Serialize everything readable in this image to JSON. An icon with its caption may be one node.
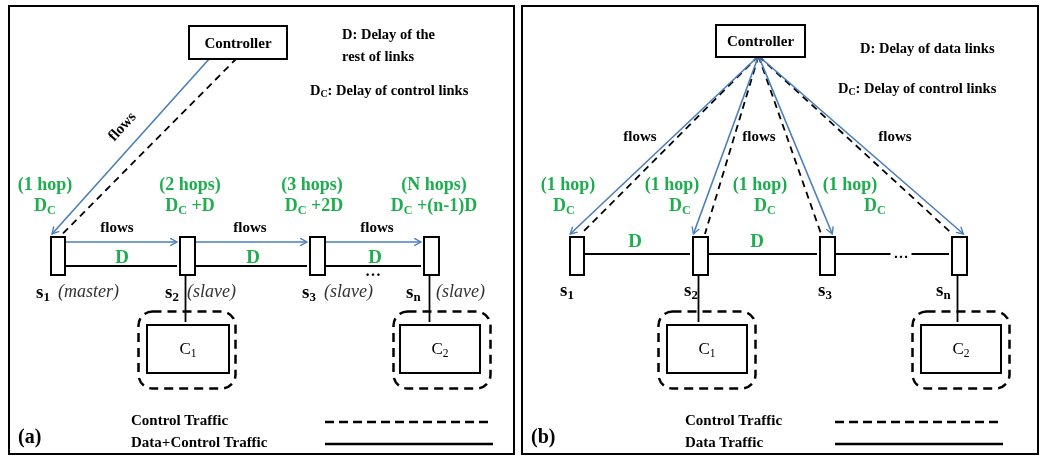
{
  "diagram": {
    "nodes": [
      {
        "text": [
          "(a)"
        ]
      },
      {
        "text": [
          "Controller"
        ],
        "in": 0
      },
      {
        "text": [],
        "shape": "box",
        "in": 0,
        "beside": [
          "(1 hop)",
          "D$_{C}$",
          "s$_{1}$",
          "(master)"
        ]
      },
      {
        "text": [],
        "shape": "box",
        "in": 0,
        "beside": [
          "(2 hops)",
          "D$_{C}$ +D",
          "s$_{2}$",
          "(slave)"
        ]
      },
      {
        "text": [],
        "shape": "box",
        "in": 0,
        "beside": [
          "(3 hops)",
          "D$_{C}$ +2D",
          "s$_{3}$",
          "(slave)"
        ]
      },
      {
        "text": [],
        "shape": "box",
        "in": 0,
        "beside": [
          "(N hops)",
          "D$_{C}$ +(n-1)D",
          "s$_{n}$",
          "(slave)"
        ]
      },
      {
        "text": [],
        "shape": "box",
        "in": 0
      },
      {
        "text": [
          "C$_{1}$"
        ],
        "in": 6
      },
      {
        "text": [],
        "shape": "box",
        "in": 0
      },
      {
        "text": [
          "C$_{2}$"
        ],
        "in": 8
      },
      {
        "text": [
          "(b)"
        ]
      },
      {
        "text": [
          "Controller"
        ],
        "in": 10
      },
      {
        "text": [],
        "shape": "box",
        "in": 10,
        "beside": [
          "(1 hop)",
          "D$_{C}$",
          "s$_{1}$"
        ]
      },
      {
        "text": [],
        "shape": "box",
        "in": 10,
        "beside": [
          "(1 hop)",
          "D$_{C}$",
          "s$_{2}$"
        ]
      },
      {
        "text": [],
        "shape": "box",
        "in": 10,
        "beside": [
          "(1 hop)",
          "D$_{C}$",
          "s$_{3}$"
        ]
      },
      {
        "text": [],
        "shape": "box",
        "in": 10,
        "beside": [
          "(1 hop)",
          "D$_{C}$",
          "s$_{n}$"
        ]
      },
      {
        "text": [],
        "shape": "box",
        "in": 10
      },
      {
        "text": [
          "C$_{1}$"
        ],
        "in": 16
      },
      {
        "text": [],
        "shape": "box",
        "in": 10
      },
      {
        "text": [
          "C$_{2}$"
        ],
        "in": 18
      }
    ],
    "edges": [
      {
        "from": 1,
        "to": 2,
        "arrow": "none",
        "style": "dashed"
      },
      {
        "from": 1,
        "to": 2,
        "arrow": "to",
        "label": "flows",
        "color": "#4a7ebb"
      },
      {
        "from": 2,
        "to": 3,
        "arrow": "none",
        "label": "D"
      },
      {
        "from": 3,
        "to": 4,
        "arrow": "none",
        "label": "D"
      },
      {
        "from": 4,
        "to": 5,
        "arrow": "none",
        "label": "D"
      },
      {
        "from": 2,
        "to": 3,
        "arrow": "to",
        "label": "flows",
        "color": "#4a7ebb"
      },
      {
        "from": 3,
        "to": 4,
        "arrow": "to",
        "label": "flows",
        "color": "#4a7ebb"
      },
      {
        "from": 4,
        "to": 5,
        "arrow": "to",
        "label": "flows",
        "color": "#4a7ebb"
      },
      {
        "from": 3,
        "to": 7,
        "arrow": "none"
      },
      {
        "from": 5,
        "to": 9,
        "arrow": "none"
      },
      {
        "from": 11,
        "to": 12,
        "arrow": "none",
        "style": "dashed"
      },
      {
        "from": 11,
        "to": 13,
        "arrow": "none",
        "style": "dashed"
      },
      {
        "from": 11,
        "to": 14,
        "arrow": "none",
        "style": "dashed"
      },
      {
        "from": 11,
        "to": 15,
        "arrow": "none",
        "style": "dashed"
      },
      {
        "from": 11,
        "to": 12,
        "arrow": "to",
        "label": "flows",
        "color": "#4a7ebb"
      },
      {
        "from": 11,
        "to": 13,
        "arrow": "to",
        "label": "flows",
        "color": "#4a7ebb"
      },
      {
        "from": 11,
        "to": 14,
        "arrow": "to",
        "color": "#4a7ebb"
      },
      {
        "from": 11,
        "to": 15,
        "arrow": "to",
        "label": "flows",
        "color": "#4a7ebb"
      },
      {
        "from": 12,
        "to": 13,
        "arrow": "none",
        "label": "D"
      },
      {
        "from": 13,
        "to": 14,
        "arrow": "none",
        "label": "D"
      },
      {
        "from": 14,
        "to": 15,
        "arrow": "none",
        "label": "…"
      },
      {
        "from": 13,
        "to": 17,
        "arrow": "none"
      },
      {
        "from": 15,
        "to": 19,
        "arrow": "none"
      }
    ],
    "labels": [
      "D: Delay of the rest of links",
      "D$_{C}$: Delay of control links",
      "…",
      "D: Delay of data links",
      "D$_{C}$: Delay of control links"
    ],
    "legend": [
      {
        "text": "Control Traffic"
      },
      {
        "text": "Data+Control Traffic"
      },
      {
        "text": "Control Traffic"
      },
      {
        "text": "Data Traffic"
      }
    ]
  }
}
